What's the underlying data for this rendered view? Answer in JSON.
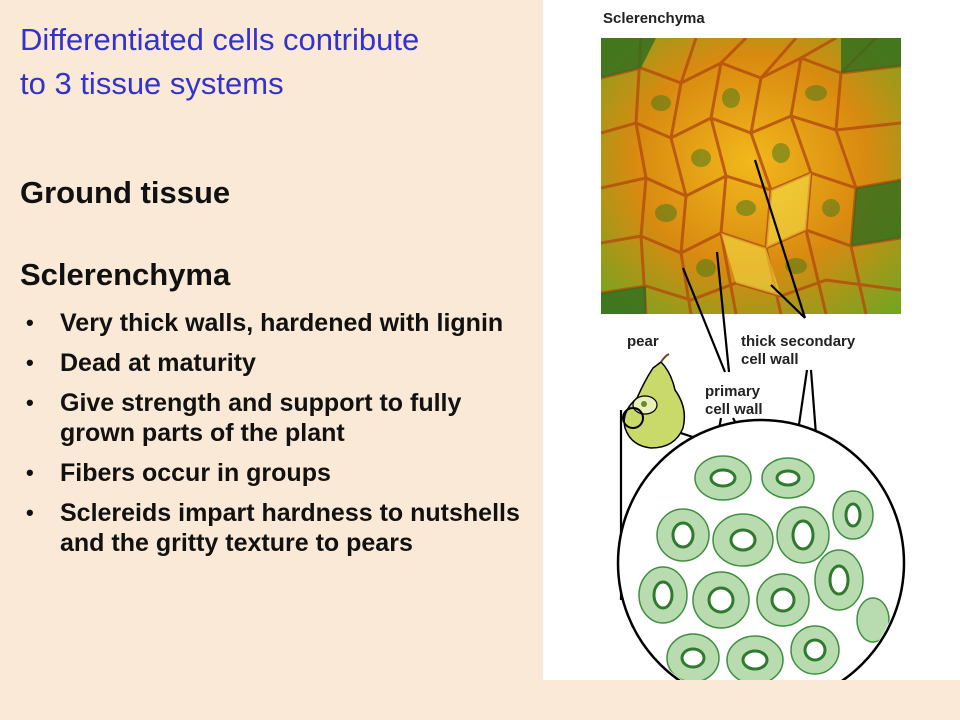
{
  "slide": {
    "title": "Differentiated cells contribute to 3 tissue systems",
    "heading_ground": "Ground tissue",
    "heading_sclerenchyma": "Sclerenchyma",
    "bullets": [
      "Very thick walls, hardened with lignin",
      "Dead at maturity",
      "Give strength and support to fully grown parts of the plant",
      "Fibers occur in groups",
      "Sclereids impart hardness to nutshells and the gritty texture to pears"
    ]
  },
  "figure": {
    "title": "Sclerenchyma",
    "label_pear": "pear",
    "label_thick_wall_line1": "thick secondary",
    "label_thick_wall_line2": "cell wall",
    "label_primary_line1": "primary",
    "label_primary_line2": "cell wall"
  },
  "colors": {
    "title": "#3333cc",
    "background": "#f9e9d6",
    "figure_background": "#ffffff"
  }
}
